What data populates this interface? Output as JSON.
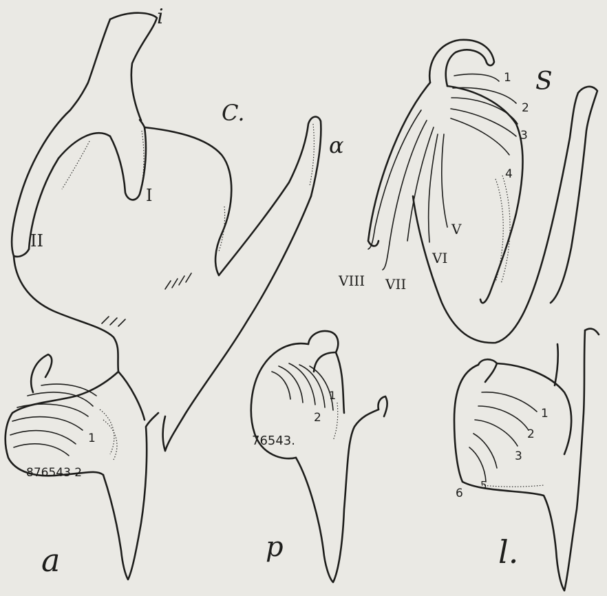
{
  "figure_labels": {
    "panel_a": "a",
    "panel_p": "p",
    "panel_l": "l.",
    "panel_S": "S",
    "label_i": "i",
    "label_C": "C.",
    "label_alpha": "α",
    "label_I": "I",
    "label_II": "II",
    "label_V": "V",
    "label_VI": "VI",
    "label_VII": "VII",
    "label_VIII": "VIII"
  },
  "numbers": {
    "S": [
      "1",
      "2",
      "3",
      "4"
    ],
    "a": "876543 2",
    "a_one": "1",
    "p": "76543.",
    "p_two": "2",
    "p_one": "1",
    "l": [
      "1",
      "2",
      "3",
      "5",
      "6"
    ]
  },
  "colors": {
    "paper": "#eae9e4",
    "ink": "#1d1d1b"
  }
}
